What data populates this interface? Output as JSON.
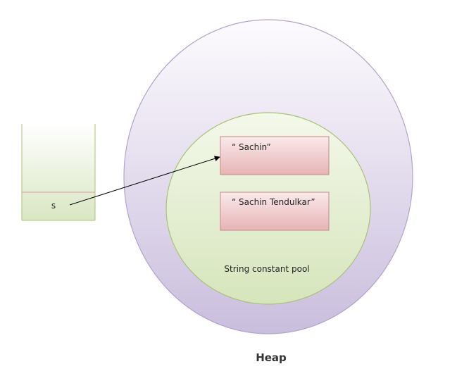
{
  "stack": {
    "variable": "s"
  },
  "heap": {
    "title": "Heap",
    "pool": {
      "label": "String constant pool",
      "strings": [
        "“ Sachin”",
        "“ Sachin Tendulkar”"
      ]
    }
  },
  "colors": {
    "heap_fill_light": "#fdfbfe",
    "heap_fill_dark": "#c9bedd",
    "heap_stroke": "#b3a3cb",
    "pool_fill_light": "#f4f8ea",
    "pool_fill_dark": "#d6e5bc",
    "pool_stroke": "#a9c177",
    "string_fill_light": "#fbeaea",
    "string_fill_dark": "#e6b4b6",
    "string_stroke": "#c08a8c",
    "stack_fill_light": "#ffffff",
    "stack_fill_dark": "#d9e6c2",
    "stack_stroke": "#a8c080",
    "stack_divider": "#d89a9a",
    "arrow": "#000000"
  }
}
